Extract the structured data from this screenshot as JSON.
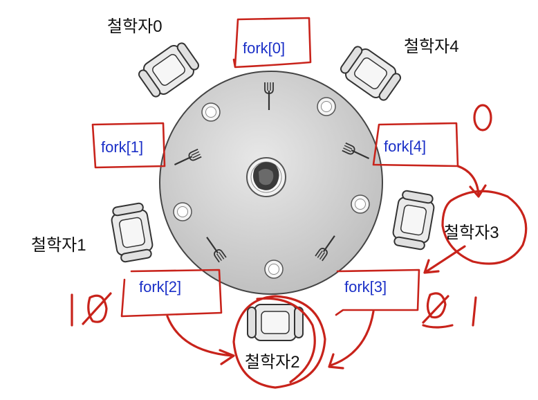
{
  "philosophers": [
    {
      "label": "철학자0"
    },
    {
      "label": "철학자1"
    },
    {
      "label": "철학자2"
    },
    {
      "label": "철학자3"
    },
    {
      "label": "철학자4"
    }
  ],
  "forks": [
    {
      "label": "fork[0]"
    },
    {
      "label": "fork[1]"
    },
    {
      "label": "fork[2]"
    },
    {
      "label": "fork[3]"
    },
    {
      "label": "fork[4]"
    }
  ],
  "annotations": {
    "fork4_value": "0",
    "fork2_value": "1 0",
    "fork3_value": "0 1"
  },
  "colors": {
    "fork_text": "#1a2fc7",
    "pen": "#c8231b",
    "table": "#cfcfcf",
    "chair": "#e6e6e6"
  }
}
